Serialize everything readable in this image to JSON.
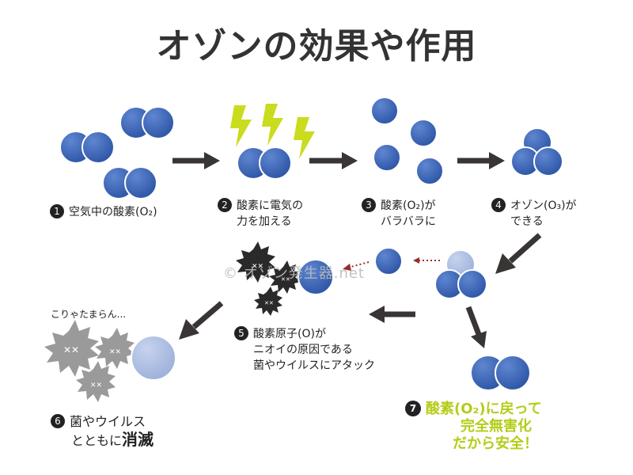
{
  "title": "オゾンの効果や作用",
  "watermark": "© オゾン発生器.net",
  "steps": [
    {
      "num": "1",
      "lines": [
        "空気中の酸素(O₂)"
      ]
    },
    {
      "num": "2",
      "lines": [
        "酸素に電気の",
        "力を加える"
      ]
    },
    {
      "num": "3",
      "lines": [
        "酸素(O₂)が",
        "バラバラに"
      ]
    },
    {
      "num": "4",
      "lines": [
        "オゾン(O₃)が",
        "できる"
      ]
    },
    {
      "num": "5",
      "lines": [
        "酸素原子(O)が",
        "ニオイの原因である",
        "菌やウイルスにアタック"
      ]
    },
    {
      "num": "6",
      "lines": [
        "菌やウイルス",
        "とともに",
        "消滅"
      ]
    },
    {
      "num": "7",
      "lines": [
        "酸素(O₂)に戻って",
        "完全無害化",
        "だから安全！"
      ]
    }
  ],
  "germ_caption": "こりゃたまらん...",
  "colors": {
    "molecule": "#3b63b3",
    "molecule_light": "#a7b9dd",
    "lightning": "#c9dc1e",
    "arrow": "#3a3535",
    "germ_dark": "#2a2a2a",
    "germ_gray": "#9a9a9a",
    "accent_text": "#b5cc18"
  }
}
